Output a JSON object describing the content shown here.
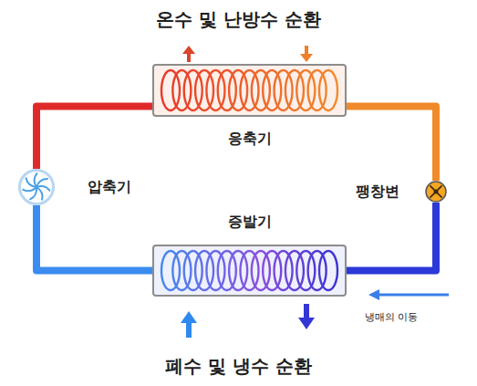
{
  "diagram": {
    "nodes": [
      {
        "text": [
          "응축기"
        ]
      },
      {
        "text": [
          "압축기"
        ]
      },
      {
        "text": [
          "팽창변"
        ]
      },
      {
        "text": [
          "증발기"
        ]
      }
    ],
    "edges": [
      {
        "from": 1,
        "to": 0,
        "arrow": "none"
      },
      {
        "from": 0,
        "to": 2,
        "arrow": "none"
      },
      {
        "from": 2,
        "to": 3,
        "arrow": "none"
      },
      {
        "from": 3,
        "to": 1,
        "arrow": "none"
      }
    ],
    "labels": [
      "온수 및 난방수 순환",
      "폐수 및 냉수 순환",
      "냉매의 이동"
    ]
  }
}
